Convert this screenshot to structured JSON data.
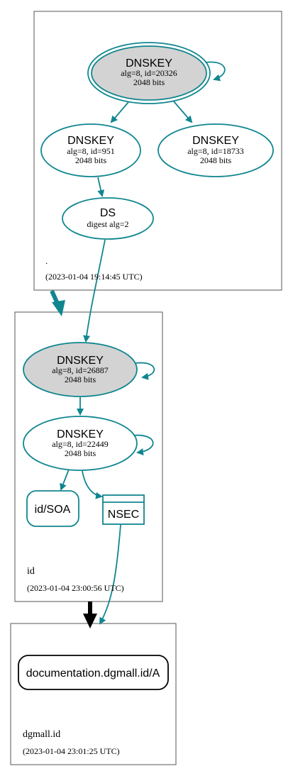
{
  "colors": {
    "teal": "#10868f",
    "gray_fill": "#d3d3d3",
    "black": "#000000",
    "box_border": "#555555"
  },
  "zones": [
    {
      "name": ".",
      "timestamp": "(2023-01-04 19:14:45 UTC)"
    },
    {
      "name": "id",
      "timestamp": "(2023-01-04 23:00:56 UTC)"
    },
    {
      "name": "dgmall.id",
      "timestamp": "(2023-01-04 23:01:25 UTC)"
    }
  ],
  "nodes": {
    "root_ksk": {
      "title": "DNSKEY",
      "line1": "alg=8, id=20326",
      "line2": "2048 bits"
    },
    "root_zsk1": {
      "title": "DNSKEY",
      "line1": "alg=8, id=951",
      "line2": "2048 bits"
    },
    "root_zsk2": {
      "title": "DNSKEY",
      "line1": "alg=8, id=18733",
      "line2": "2048 bits"
    },
    "root_ds": {
      "title": "DS",
      "line1": "digest alg=2"
    },
    "id_ksk": {
      "title": "DNSKEY",
      "line1": "alg=8, id=26887",
      "line2": "2048 bits"
    },
    "id_zsk": {
      "title": "DNSKEY",
      "line1": "alg=8, id=22449",
      "line2": "2048 bits"
    },
    "id_soa": {
      "title": "id/SOA"
    },
    "id_nsec": {
      "title": "NSEC"
    },
    "query": {
      "title": "documentation.dgmall.id/A"
    }
  }
}
